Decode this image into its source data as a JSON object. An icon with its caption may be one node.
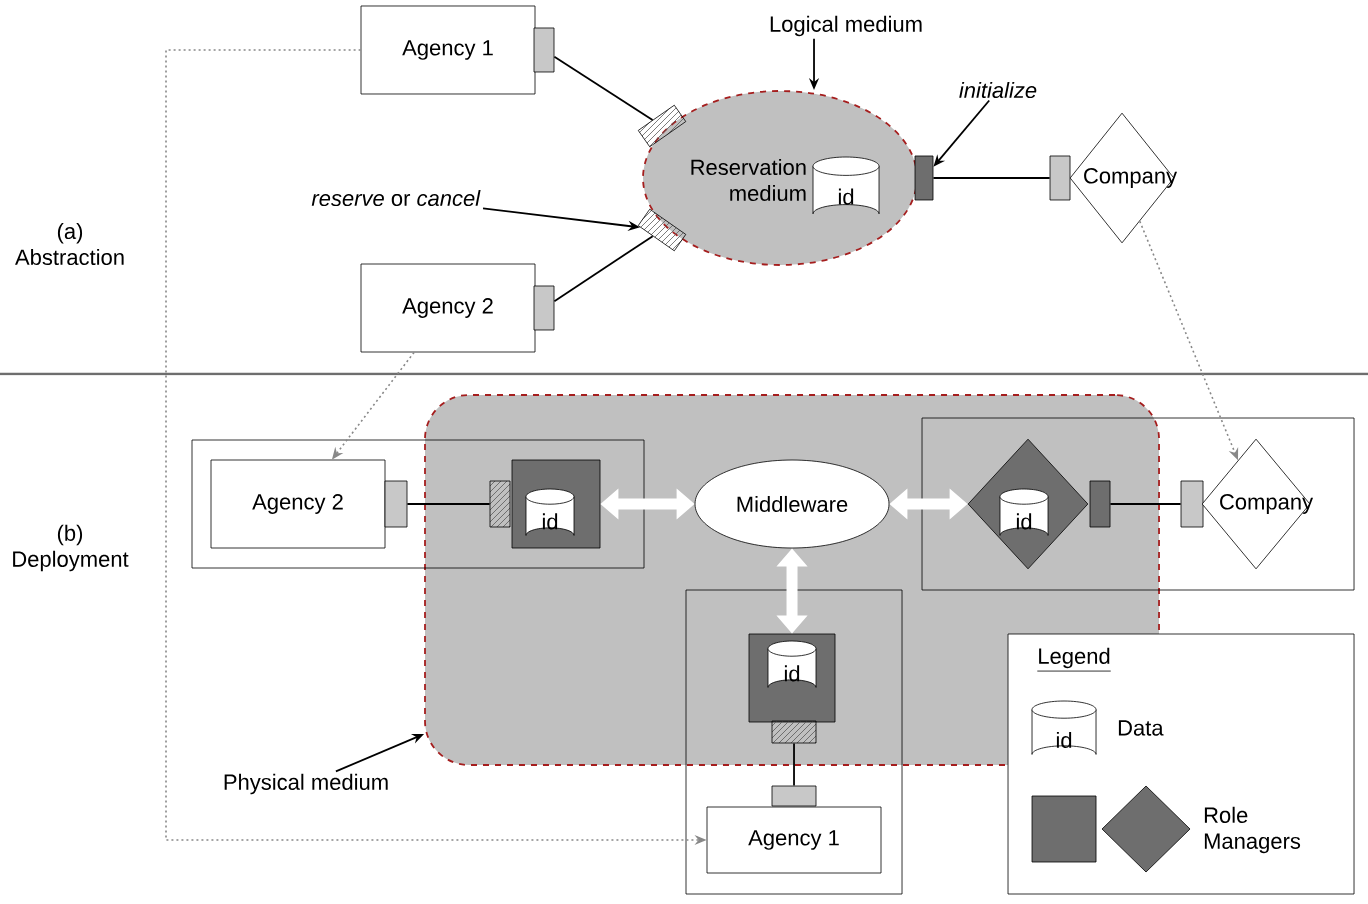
{
  "diagram": {
    "nodes": [
      {
        "text": [
          "Agency 1"
        ]
      },
      {
        "text": [],
        "shape": "box"
      },
      {
        "text": [
          "Reservation medium"
        ]
      },
      {
        "text": [
          "id"
        ],
        "in": 2
      },
      {
        "text": [],
        "shape": "box"
      },
      {
        "text": [],
        "shape": "box"
      },
      {
        "text": [],
        "shape": "box"
      },
      {
        "text": [],
        "shape": "box"
      },
      {
        "text": [
          "Company"
        ]
      },
      {
        "text": [
          "Agency 2"
        ]
      },
      {
        "text": [],
        "shape": "box"
      },
      {
        "text": [
          "Logical medium"
        ]
      },
      {
        "text": [
          "initialize"
        ]
      },
      {
        "text": [
          "*reserve* or *cancel*"
        ]
      },
      {
        "text": [],
        "shape": "box"
      },
      {
        "text": [],
        "shape": "box"
      },
      {
        "text": [
          "Agency 2"
        ],
        "in": 15
      },
      {
        "text": [],
        "shape": "box",
        "in": 15
      },
      {
        "text": [],
        "shape": "box"
      },
      {
        "text": [],
        "shape": "box"
      },
      {
        "text": [
          "id"
        ],
        "in": 19
      },
      {
        "text": [
          "Middleware"
        ],
        "in": 14
      },
      {
        "text": [],
        "shape": "box"
      },
      {
        "text": [],
        "shape": "diamond"
      },
      {
        "text": [
          "id"
        ],
        "in": 23
      },
      {
        "text": [],
        "shape": "box"
      },
      {
        "text": [],
        "shape": "box",
        "in": 22
      },
      {
        "text": [
          "Company"
        ],
        "in": 22
      },
      {
        "text": [],
        "shape": "box"
      },
      {
        "text": [],
        "shape": "box"
      },
      {
        "text": [
          "id"
        ],
        "in": 29
      },
      {
        "text": [],
        "shape": "box"
      },
      {
        "text": [],
        "shape": "box",
        "in": 28
      },
      {
        "text": [
          "Agency 1"
        ],
        "in": 28
      },
      {
        "text": [
          "Physical medium"
        ]
      }
    ],
    "edges": [
      {
        "from": 1,
        "to": 4,
        "arrow": "none"
      },
      {
        "from": 10,
        "to": 5,
        "arrow": "none"
      },
      {
        "from": 6,
        "to": 7,
        "arrow": "none"
      },
      {
        "from": 11,
        "to": 2,
        "arrow": "to"
      },
      {
        "from": 12,
        "to": 6,
        "arrow": "to"
      },
      {
        "from": 13,
        "to": 5,
        "arrow": "to"
      },
      {
        "from": 0,
        "to": 33,
        "arrow": "to",
        "style": "dashed",
        "color": "#888888"
      },
      {
        "from": 9,
        "to": 16,
        "arrow": "to",
        "style": "dashed",
        "color": "#888888"
      },
      {
        "from": 8,
        "to": 27,
        "arrow": "to",
        "style": "dashed",
        "color": "#888888"
      },
      {
        "from": 17,
        "to": 18,
        "arrow": "none"
      },
      {
        "from": 19,
        "to": 21,
        "arrow": "both",
        "style": "thick",
        "color": "#ffffff"
      },
      {
        "from": 21,
        "to": 23,
        "arrow": "both",
        "style": "thick",
        "color": "#ffffff"
      },
      {
        "from": 21,
        "to": 29,
        "arrow": "both",
        "style": "thick",
        "color": "#ffffff"
      },
      {
        "from": 25,
        "to": 26,
        "arrow": "none"
      },
      {
        "from": 31,
        "to": 32,
        "arrow": "none"
      },
      {
        "from": 34,
        "to": 14,
        "arrow": "to"
      }
    ],
    "labels": [
      "(a) Abstraction",
      "(b) Deployment",
      "Legend",
      "id"
    ],
    "legend": [
      {
        "text": "Data"
      },
      {
        "text": "Role Managers"
      }
    ]
  }
}
